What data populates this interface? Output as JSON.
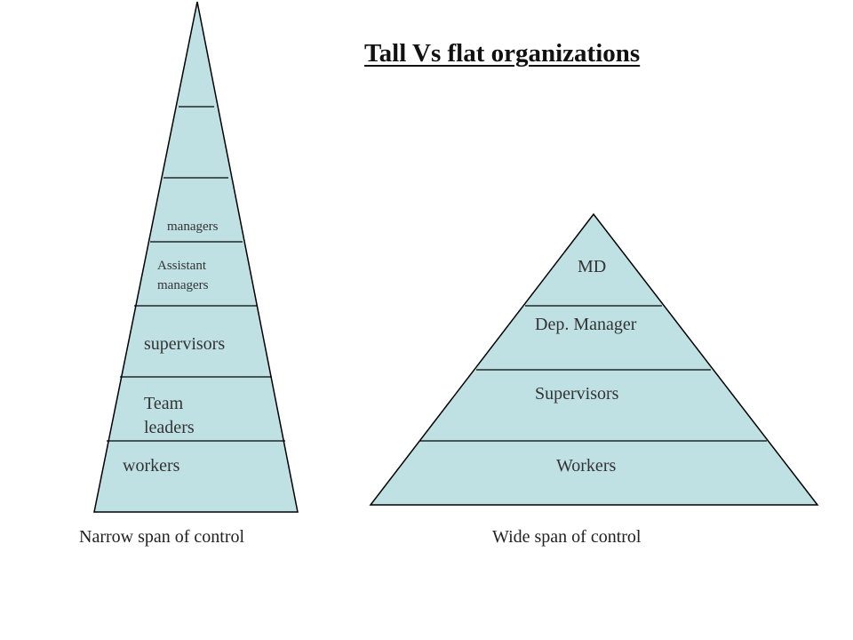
{
  "title": "Tall Vs flat organizations",
  "colors": {
    "fill": "#bfe1e4",
    "stroke": "#000000",
    "text": "#333333"
  },
  "tall": {
    "levels": [
      "managers",
      "Assistant managers",
      "supervisors",
      "Team leaders",
      "workers"
    ],
    "caption": "Narrow span of control"
  },
  "flat": {
    "levels": [
      "MD",
      "Dep. Manager",
      "Supervisors",
      "Workers"
    ],
    "caption": "Wide span of control"
  }
}
